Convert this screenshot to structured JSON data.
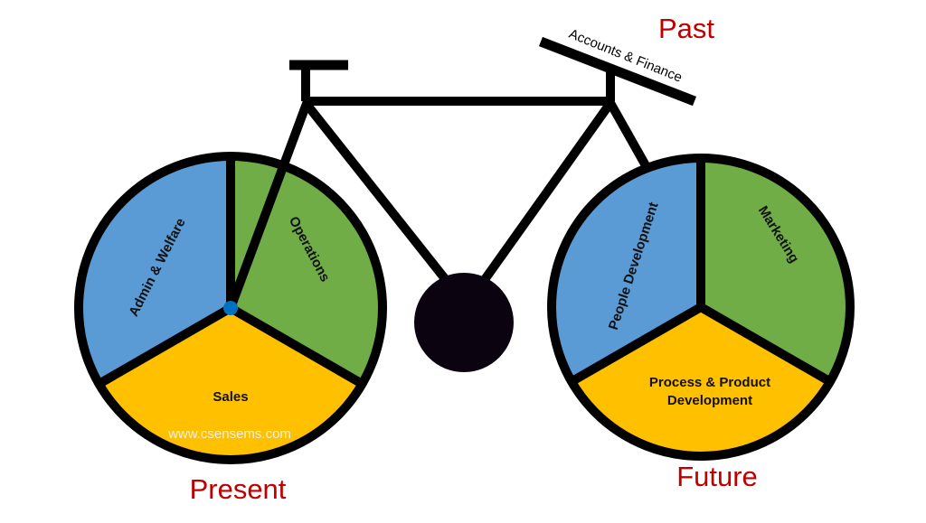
{
  "title_labels": {
    "past": "Past",
    "present": "Present",
    "future": "Future"
  },
  "seat_label": "Accounts & Finance",
  "left_wheel": {
    "segments": [
      {
        "label": "Admin & Welfare",
        "color": "#5b9bd5"
      },
      {
        "label": "Operations",
        "color": "#70ad47"
      },
      {
        "label": "Sales",
        "color": "#ffc000"
      }
    ]
  },
  "right_wheel": {
    "segments": [
      {
        "label": "People Development",
        "color": "#5b9bd5"
      },
      {
        "label": "Marketing",
        "color": "#70ad47"
      },
      {
        "label_line1": "Process & Product",
        "label_line2": "Development",
        "color": "#ffc000"
      }
    ]
  },
  "watermark": "www.csensems.com",
  "colors": {
    "frame": "#000000",
    "hub": "#0070c0",
    "crank": "#0b0410",
    "accent": "#c00000"
  }
}
